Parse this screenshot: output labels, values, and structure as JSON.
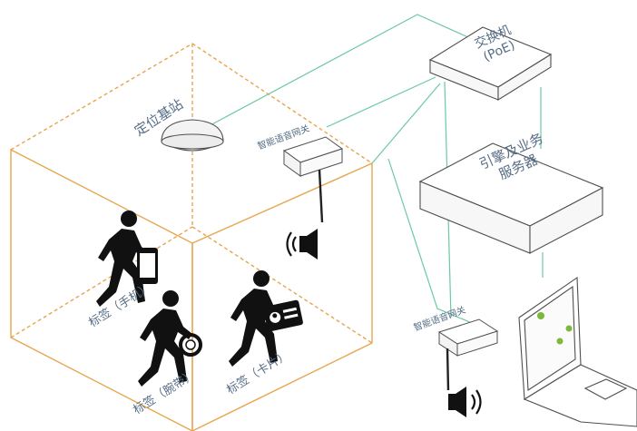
{
  "labels": {
    "base_station": "定位基站",
    "gateway_top": "智能语音网关",
    "gateway_bottom": "智能语音网关",
    "switch_line1": "交换机",
    "switch_line2": "(PoE)",
    "server_line1": "引擎及业务",
    "server_line2": "服务器",
    "tag_phone": "标签（手机）",
    "tag_band": "标签（腕带）",
    "tag_card": "标签（卡片）"
  },
  "colors": {
    "room_outline": "#e8a54f",
    "network_line": "#6cc9a0",
    "device_stroke": "#4f4f4f",
    "label_text": "#566d86",
    "screen_dot": "#7bb83b"
  },
  "icons": [
    "speaker-icon",
    "person-walking-icon",
    "phone-icon",
    "wristband-icon",
    "badge-card-icon",
    "laptop-icon"
  ]
}
